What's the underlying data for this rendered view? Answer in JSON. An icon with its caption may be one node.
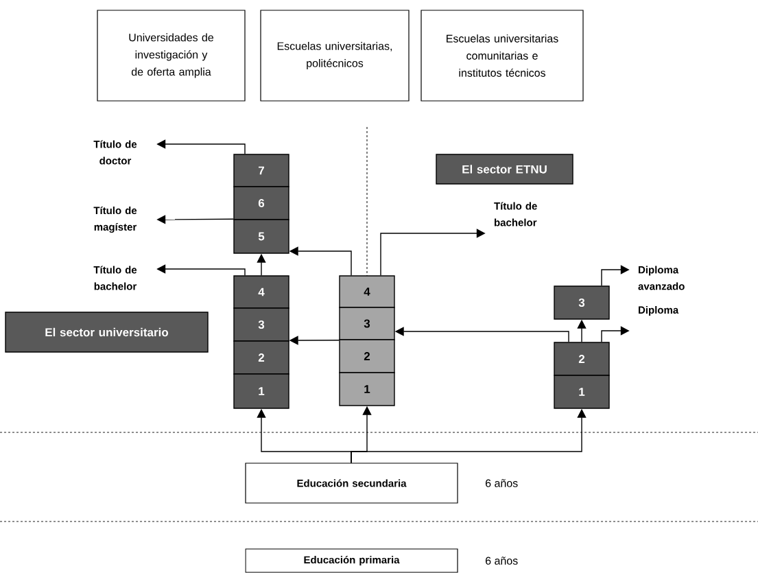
{
  "diagram": {
    "nodes": [
      {
        "text": [
          "Universidades de investigación y de oferta amplia"
        ]
      },
      {
        "text": [
          "Escuelas universitarias, politécnicos"
        ]
      },
      {
        "text": [
          "Escuelas universitarias comunitarias e institutos técnicos"
        ]
      },
      {
        "text": [
          "Título de doctor"
        ]
      },
      {
        "text": [
          "El sector ETNU"
        ]
      },
      {
        "text": [
          "7"
        ]
      },
      {
        "text": [
          "6"
        ]
      },
      {
        "text": [
          "5"
        ]
      },
      {
        "text": [
          "Título de magíster"
        ]
      },
      {
        "text": [
          "Título de bachelor"
        ]
      },
      {
        "text": [
          "Título de bachelor"
        ]
      },
      {
        "text": [
          "Diploma avanzado"
        ]
      },
      {
        "text": [
          "4"
        ]
      },
      {
        "text": [
          "3"
        ]
      },
      {
        "text": [
          "2"
        ]
      },
      {
        "text": [
          "1"
        ]
      },
      {
        "text": [
          "4"
        ]
      },
      {
        "text": [
          "3"
        ]
      },
      {
        "text": [
          "2"
        ]
      },
      {
        "text": [
          "1"
        ]
      },
      {
        "text": [
          "3"
        ]
      },
      {
        "text": [
          "2"
        ]
      },
      {
        "text": [
          "1"
        ]
      },
      {
        "text": [
          "El sector universitario"
        ]
      },
      {
        "text": [
          "Diploma"
        ]
      },
      {
        "text": [
          "Educación secundaria"
        ],
        "beside": [
          "6 años"
        ]
      },
      {
        "text": [
          "Educación primaria"
        ],
        "beside": [
          "6 años"
        ]
      }
    ],
    "edges": [
      {
        "from": 5,
        "to": 3,
        "arrow": "to"
      },
      {
        "from": 7,
        "to": 8,
        "arrow": "to"
      },
      {
        "from": 12,
        "to": 10,
        "arrow": "to"
      },
      {
        "from": 12,
        "to": 7,
        "arrow": "to"
      },
      {
        "from": 16,
        "to": 7,
        "arrow": "to"
      },
      {
        "from": 16,
        "to": 9,
        "arrow": "to"
      },
      {
        "from": 17,
        "to": 13,
        "arrow": "to"
      },
      {
        "from": 21,
        "to": 17,
        "arrow": "to"
      },
      {
        "from": 21,
        "to": 20,
        "arrow": "to"
      },
      {
        "from": 21,
        "to": 24,
        "arrow": "to"
      },
      {
        "from": 20,
        "to": 11,
        "arrow": "to"
      },
      {
        "from": 25,
        "to": 15,
        "arrow": "to"
      },
      {
        "from": 25,
        "to": 19,
        "arrow": "to"
      },
      {
        "from": 25,
        "to": 22,
        "arrow": "to"
      }
    ]
  }
}
